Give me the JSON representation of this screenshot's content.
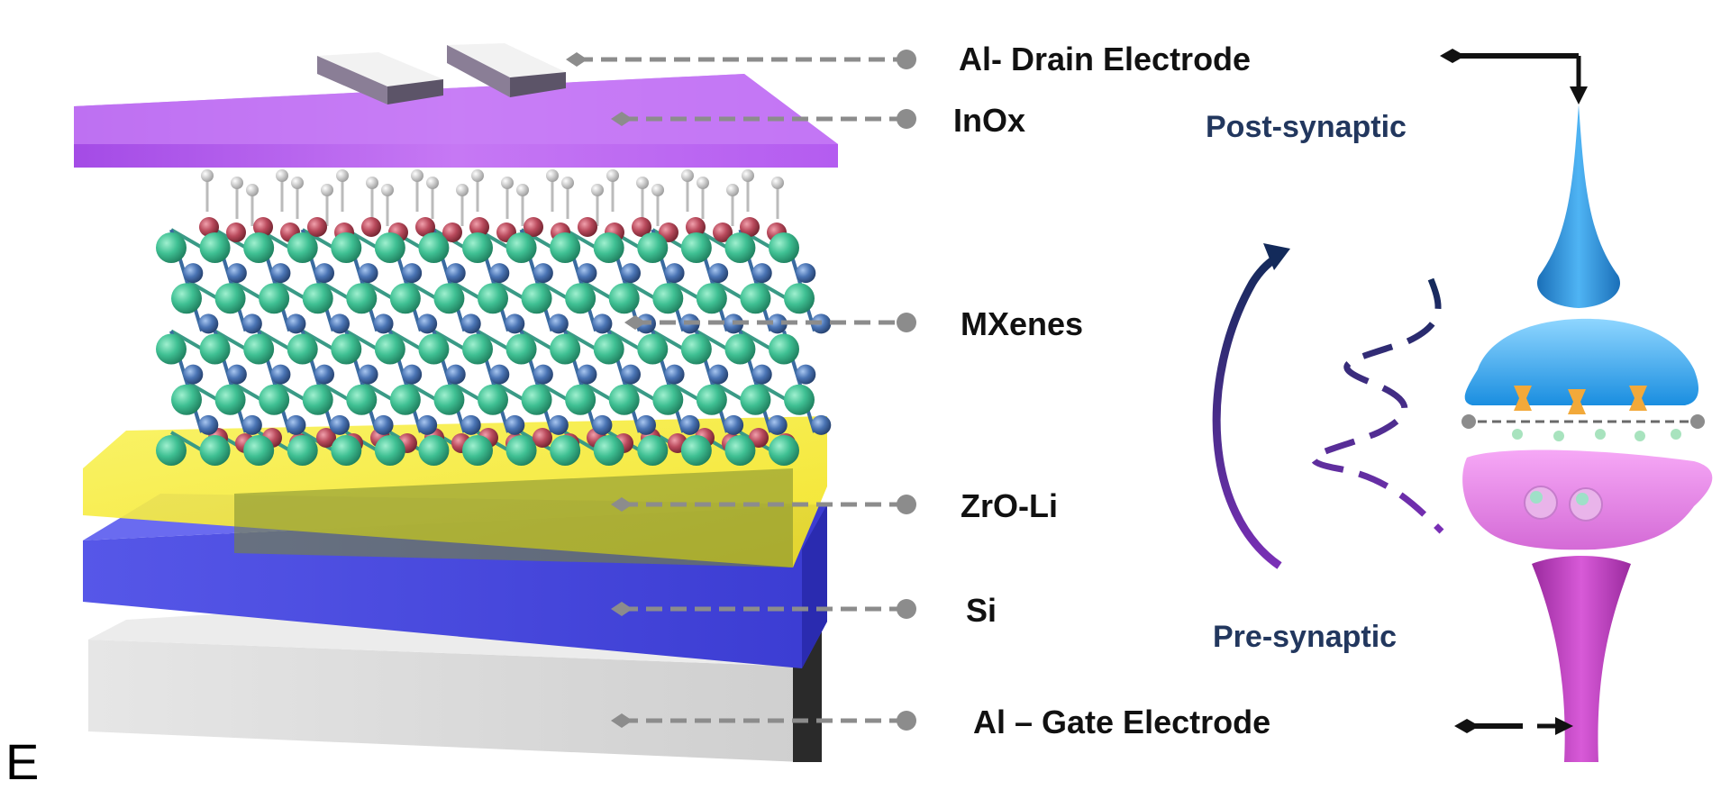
{
  "labels": {
    "drain": "Al- Drain Electrode",
    "inox": "InOx",
    "mxenes": "MXenes",
    "zro": "ZrO-Li",
    "si": "Si",
    "gate": "Al – Gate Electrode",
    "post": "Post-synaptic",
    "pre": "Pre-synaptic"
  },
  "panel_letter": "E",
  "colors": {
    "inox": "#c46df2",
    "zro": "#f7ee3c",
    "si": "#4a4be0",
    "base": "#d6d6d6",
    "atom_green": "#3fc093",
    "atom_red": "#b94a5c",
    "atom_blue": "#4a74b4",
    "atom_white": "#e6e6e6",
    "label_blue": "#22375e",
    "leader": "#8c8c8c"
  }
}
